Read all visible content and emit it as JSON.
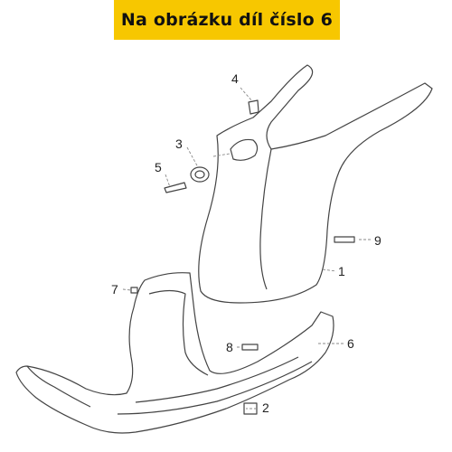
{
  "banner": {
    "text": "Na obrázku díl číslo 6",
    "color": "#f7c700"
  },
  "callouts": [
    {
      "id": "1",
      "label": "1"
    },
    {
      "id": "2",
      "label": "2"
    },
    {
      "id": "3",
      "label": "3"
    },
    {
      "id": "4",
      "label": "4"
    },
    {
      "id": "5",
      "label": "5"
    },
    {
      "id": "6",
      "label": "6"
    },
    {
      "id": "7",
      "label": "7"
    },
    {
      "id": "8",
      "label": "8"
    },
    {
      "id": "9",
      "label": "9"
    }
  ],
  "colors": {
    "line": "#444444",
    "leader": "#888888",
    "fill": "#ffffff"
  }
}
